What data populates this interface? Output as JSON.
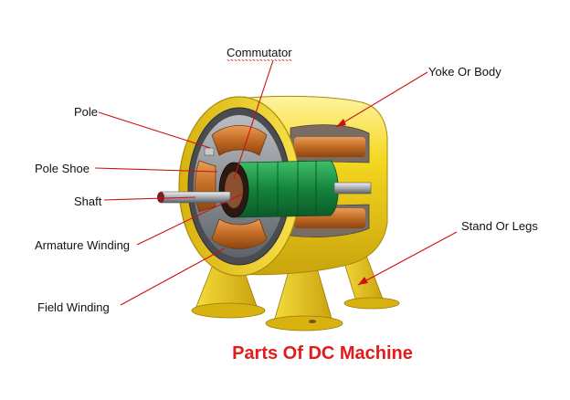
{
  "labels": {
    "commutator": "Commutator",
    "yoke": "Yoke Or Body",
    "pole": "Pole",
    "pole_shoe": "Pole Shoe",
    "shaft": "Shaft",
    "stand": "Stand Or Legs",
    "armature_winding": "Armature Winding",
    "field_winding": "Field Winding"
  },
  "caption": "Parts Of DC Machine",
  "colors": {
    "caption": "#e31b1b",
    "leader_line": "#cc1111",
    "yoke_yellow": "#f2d21a",
    "copper": "#c8722a",
    "armature_green": "#1f9a4a",
    "steel_gray": "#8a8f96"
  }
}
